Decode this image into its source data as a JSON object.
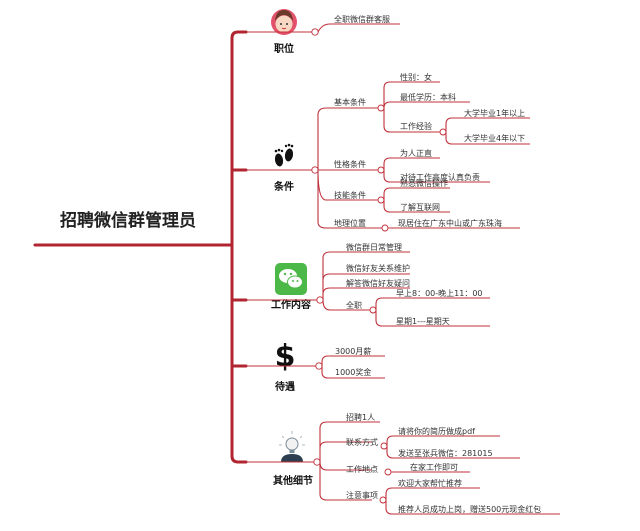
{
  "root": "招聘微信群管理员",
  "categories": [
    {
      "title": "职位",
      "icon": "female-avatar-icon",
      "items": [
        {
          "text": "全职微信群客服"
        }
      ]
    },
    {
      "title": "条件",
      "icon": "footprints-icon",
      "items": [
        {
          "text": "基本条件",
          "children": [
            {
              "text": "性别：女"
            },
            {
              "text": "最低学历：本科"
            },
            {
              "text": "工作经验",
              "children": [
                {
                  "text": "大学毕业1年以上"
                },
                {
                  "text": "大学毕业4年以下"
                }
              ]
            }
          ]
        },
        {
          "text": "性格条件",
          "children": [
            {
              "text": "为人正直"
            },
            {
              "text": "对待工作高度认真负责"
            }
          ]
        },
        {
          "text": "技能条件",
          "children": [
            {
              "text": "熟悉微信操作"
            },
            {
              "text": "了解互联网"
            }
          ]
        },
        {
          "text": "地理位置",
          "children": [
            {
              "text": "现居住在广东中山或广东珠海"
            }
          ]
        }
      ]
    },
    {
      "title": "工作内容",
      "icon": "wechat-icon",
      "items": [
        {
          "text": "微信群日常管理"
        },
        {
          "text": "微信好友关系维护"
        },
        {
          "text": "解答微信好友疑问"
        },
        {
          "text": "全职",
          "children": [
            {
              "text": "早上8：00-晚上11：00"
            },
            {
              "text": "星期1---星期天"
            }
          ]
        }
      ]
    },
    {
      "title": "待遇",
      "icon": "dollar-icon",
      "items": [
        {
          "text": "3000月薪"
        },
        {
          "text": "1000奖金"
        }
      ]
    },
    {
      "title": "其他细节",
      "icon": "lightbulb-person-icon",
      "items": [
        {
          "text": "招聘1人"
        },
        {
          "text": "联系方式",
          "children": [
            {
              "text": "请将你的简历做成pdf"
            },
            {
              "text": "发送至张兵微信：281015"
            }
          ]
        },
        {
          "text": "工作地点",
          "children": [
            {
              "text": "在家工作即可"
            }
          ]
        },
        {
          "text": "注意事项",
          "children": [
            {
              "text": "欢迎大家帮忙推荐"
            },
            {
              "text": "推荐人员成功上岗，赠送500元现金红包"
            }
          ]
        }
      ]
    }
  ],
  "colors": {
    "branch": "#c0303a",
    "text": "#333333",
    "wechat": "#4cb848"
  }
}
